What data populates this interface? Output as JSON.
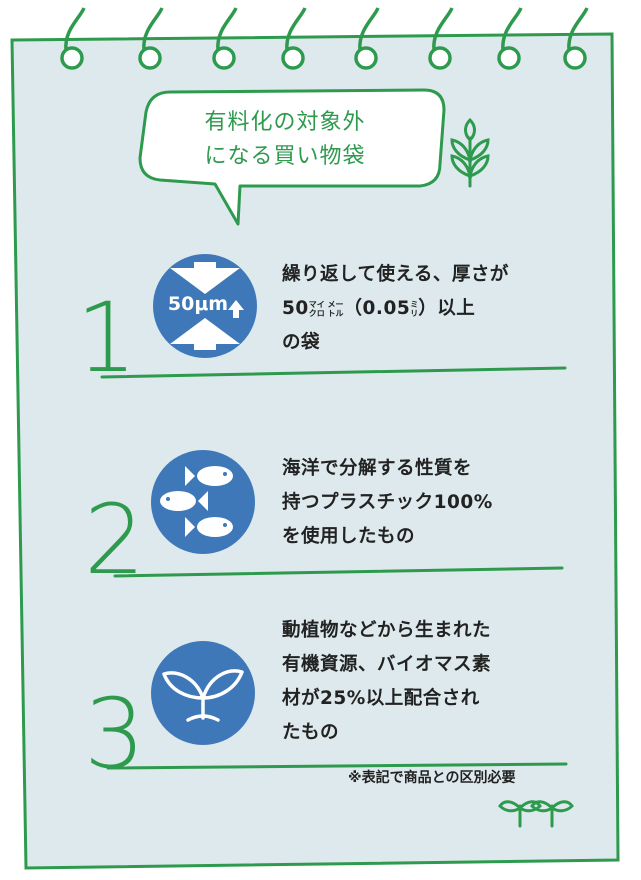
{
  "title": {
    "line1": "有料化の対象外",
    "line2": "になる買い物袋"
  },
  "items": [
    {
      "number": "1",
      "icon": "thickness-icon",
      "icon_text": "50μm",
      "line1": "繰り返して使える、厚さが",
      "line2_pre": "50",
      "ruby1_top": "マイ メー",
      "ruby1_bottom": "クロ トル",
      "line2_mid": "（0.05",
      "ruby2_top": "ミ",
      "ruby2_bottom": "リ",
      "line2_post": "）以上",
      "line3": "の袋"
    },
    {
      "number": "2",
      "icon": "fish-icon",
      "line1": "海洋で分解する性質を",
      "line2": "持つプラスチック100%",
      "line3": "を使用したもの"
    },
    {
      "number": "3",
      "icon": "sprout-icon",
      "line1": "動植物などから生まれた",
      "line2": "有機資源、バイオマス素",
      "line3": "材が25%以上配合され",
      "line4": "たもの"
    }
  ],
  "note": "※表記で商品との区別必要",
  "colors": {
    "paper": "#dde9ec",
    "green": "#2e9a4e",
    "icon_blue": "#3f78b9"
  }
}
